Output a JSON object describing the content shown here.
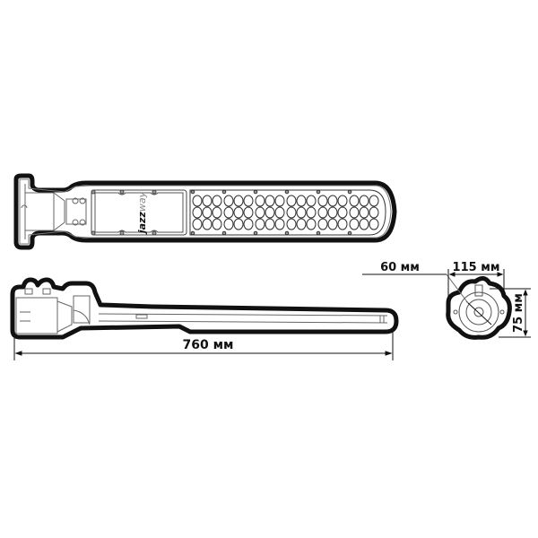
{
  "drawing": {
    "title": "LED street light dimension drawing",
    "brand_logo": {
      "bold_part": "jazz",
      "light_part": "way"
    },
    "views": {
      "top_view": {
        "led_rows": 3,
        "led_groups": 6,
        "leds_per_group_row": 3
      },
      "side_view": {},
      "end_view": {}
    },
    "dimensions": {
      "length": "760 мм",
      "mount_diameter": "60 мм",
      "width": "115 мм",
      "height": "75 мм"
    },
    "colors": {
      "outline": "#111111",
      "detail": "#555555",
      "background": "#ffffff"
    }
  }
}
